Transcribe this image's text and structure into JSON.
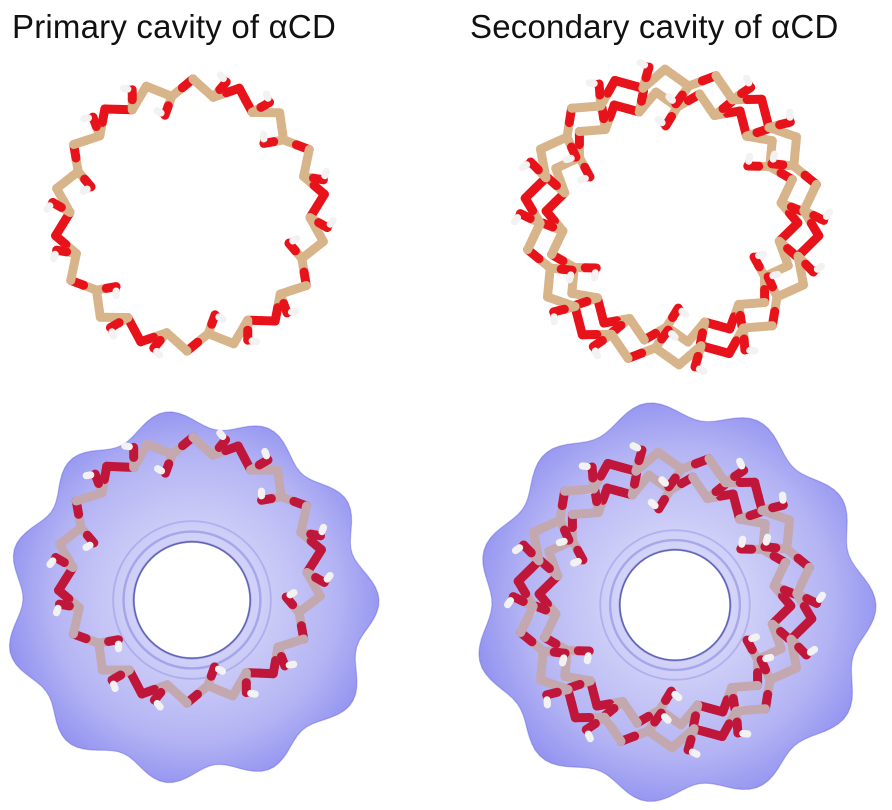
{
  "figure": {
    "titles": {
      "primary": "Primary cavity of αCD",
      "secondary": "Secondary cavity of αCD"
    },
    "panels": [
      {
        "id": "primary-stick",
        "view": "primary",
        "representation": "stick",
        "glucose_units": 6
      },
      {
        "id": "secondary-stick",
        "view": "secondary",
        "representation": "stick",
        "glucose_units": 6
      },
      {
        "id": "primary-surface",
        "view": "primary",
        "representation": "stick+surface",
        "glucose_units": 6
      },
      {
        "id": "secondary-surface",
        "view": "secondary",
        "representation": "stick+surface",
        "glucose_units": 6
      }
    ],
    "colors": {
      "carbon": "#d8b48a",
      "carbon_dark": "#a88a66",
      "carbon_surface": "#c4a8b0",
      "oxygen": "#e8121a",
      "oxygen_surface": "#c0163a",
      "hydrogen": "#f2f2f2",
      "surface": "#8c8cf0",
      "surface_edge": "#4a4ad8"
    }
  }
}
